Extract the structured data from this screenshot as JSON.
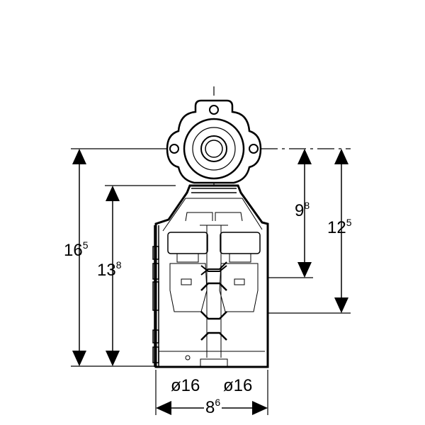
{
  "drawing": {
    "dimensions": {
      "overall_height": {
        "base": "16",
        "sup": "5"
      },
      "body_height": {
        "base": "13",
        "sup": "8"
      },
      "upper_outlet_height": {
        "base": "9",
        "sup": "8"
      },
      "lower_outlet_height": {
        "base": "12",
        "sup": "5"
      },
      "width": {
        "base": "8",
        "sup": "6"
      }
    },
    "connections": {
      "left": "ø16",
      "right": "ø16"
    },
    "line_color": "#000000"
  }
}
